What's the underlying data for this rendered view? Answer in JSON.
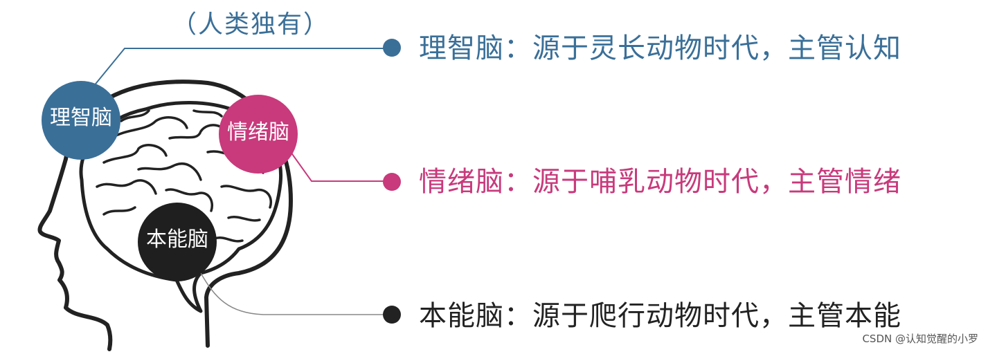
{
  "annotation": {
    "unique_note": "（人类独有）"
  },
  "brains": [
    {
      "id": "rational",
      "circle_label": "理智脑",
      "description": "理智脑：源于灵长动物时代，主管认知",
      "color": "#3a6f98"
    },
    {
      "id": "emotional",
      "circle_label": "情绪脑",
      "description": "情绪脑：源于哺乳动物时代，主管情绪",
      "color": "#c83a7c"
    },
    {
      "id": "instinct",
      "circle_label": "本能脑",
      "description": "本能脑：源于爬行动物时代，主管本能",
      "color": "#222222"
    }
  ],
  "watermark": "CSDN @认知觉醒的小罗",
  "colors": {
    "head_outline": "#222222",
    "background": "#ffffff"
  },
  "icons": [
    "head-silhouette-icon",
    "brain-icon"
  ]
}
